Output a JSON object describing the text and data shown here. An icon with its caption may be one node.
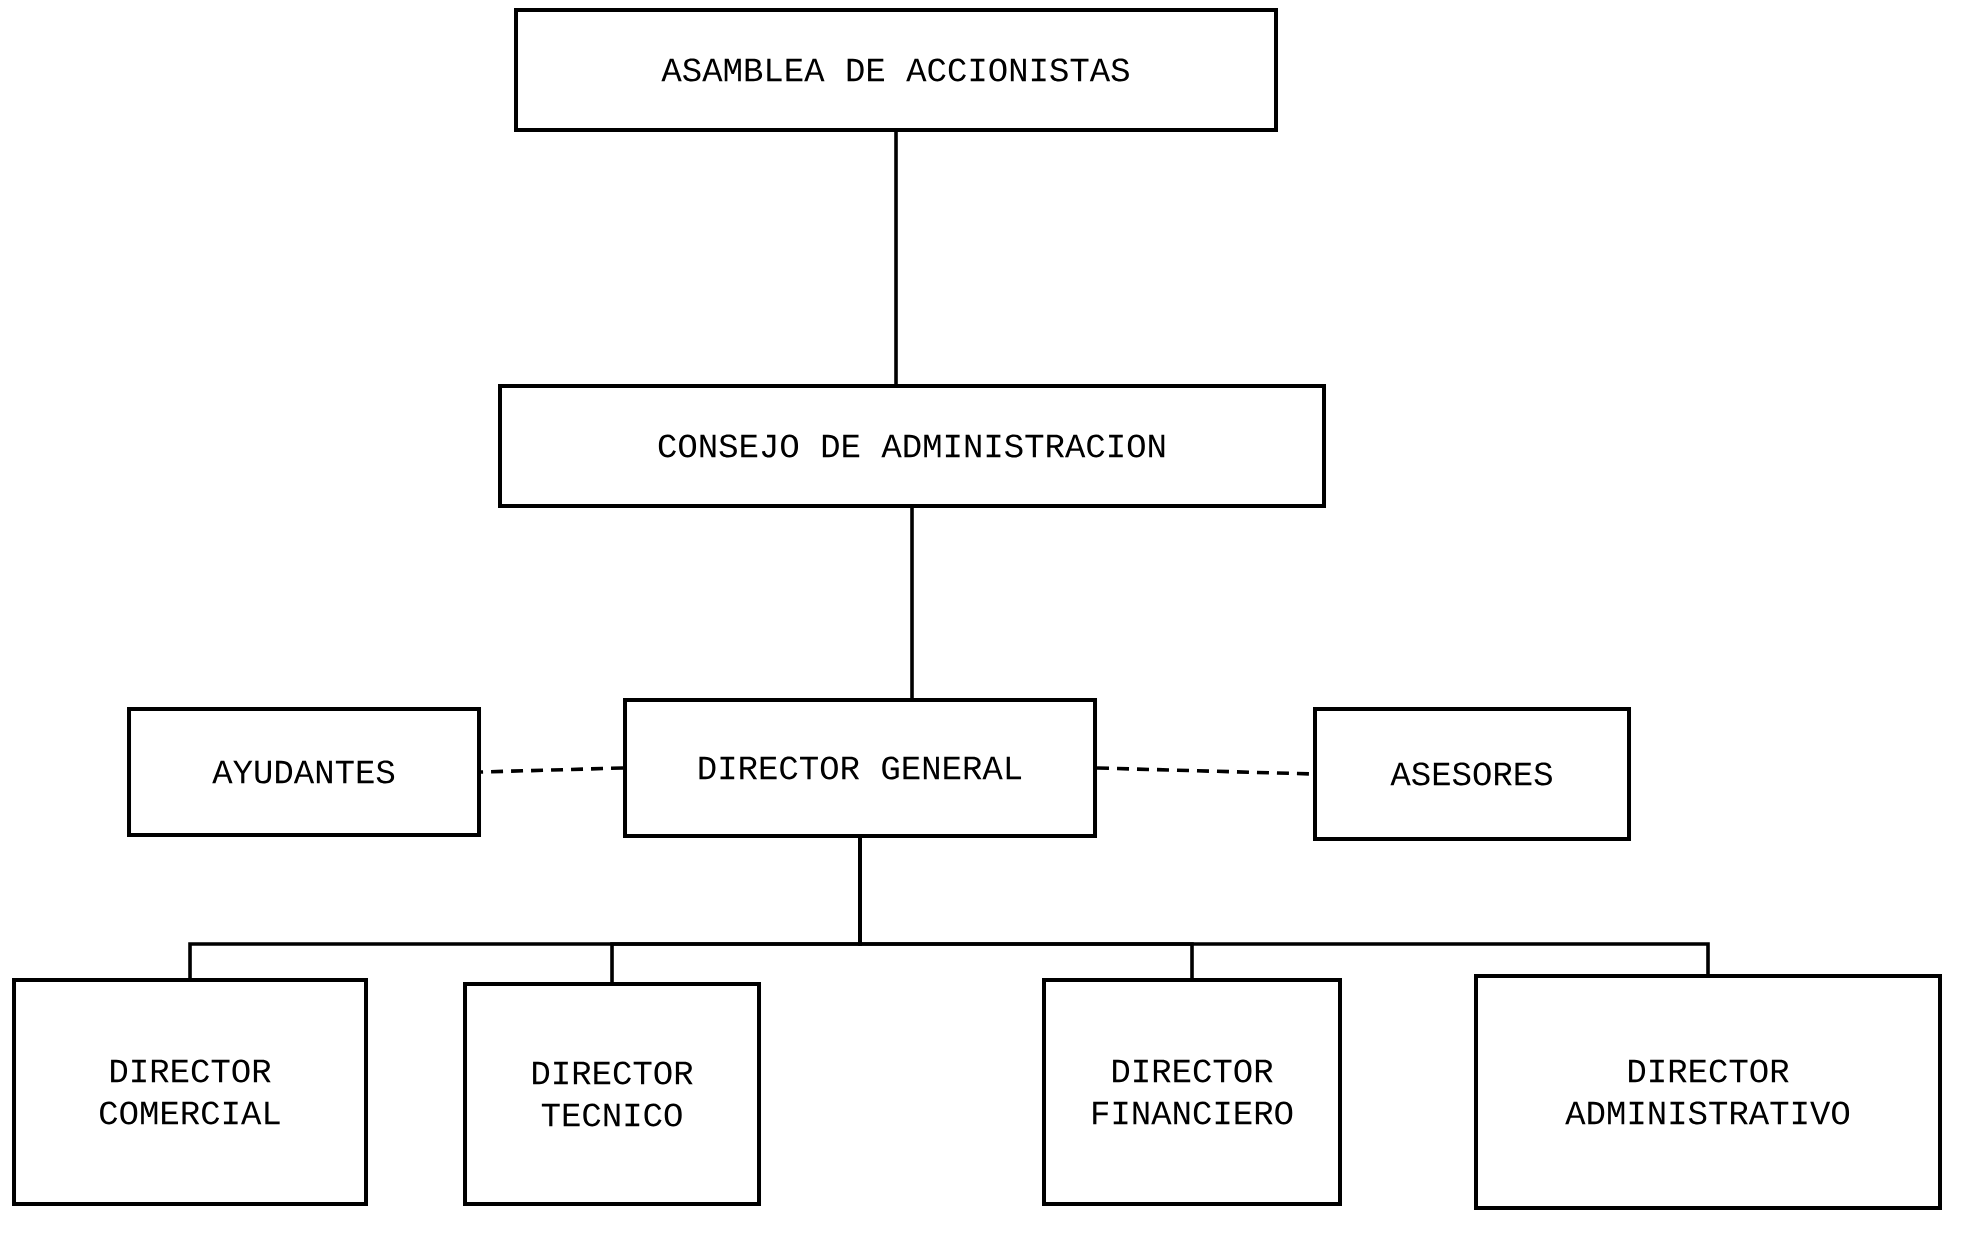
{
  "diagram": {
    "nodes": [
      {
        "text": [
          "ASAMBLEA DE ACCIONISTAS"
        ]
      },
      {
        "text": [
          "CONSEJO DE ADMINISTRACION"
        ]
      },
      {
        "text": [
          "AYUDANTES"
        ]
      },
      {
        "text": [
          "DIRECTOR GENERAL"
        ]
      },
      {
        "text": [
          "ASESORES"
        ]
      },
      {
        "text": [
          "DIRECTOR COMERCIAL"
        ]
      },
      {
        "text": [
          "DIRECTOR TECNICO"
        ]
      },
      {
        "text": [
          "DIRECTOR FINANCIERO"
        ]
      },
      {
        "text": [
          "DIRECTOR ADMINISTRATIVO"
        ]
      }
    ],
    "edges": [
      {
        "from": 0,
        "to": 1,
        "arrow": "none"
      },
      {
        "from": 1,
        "to": 3,
        "arrow": "none"
      },
      {
        "from": 3,
        "to": 2,
        "arrow": "none",
        "style": "dashed"
      },
      {
        "from": 3,
        "to": 4,
        "arrow": "none",
        "style": "dashed"
      },
      {
        "from": 3,
        "to": 5,
        "arrow": "none"
      },
      {
        "from": 3,
        "to": 6,
        "arrow": "none"
      },
      {
        "from": 3,
        "to": 7,
        "arrow": "none"
      },
      {
        "from": 3,
        "to": 8,
        "arrow": "none"
      }
    ]
  }
}
